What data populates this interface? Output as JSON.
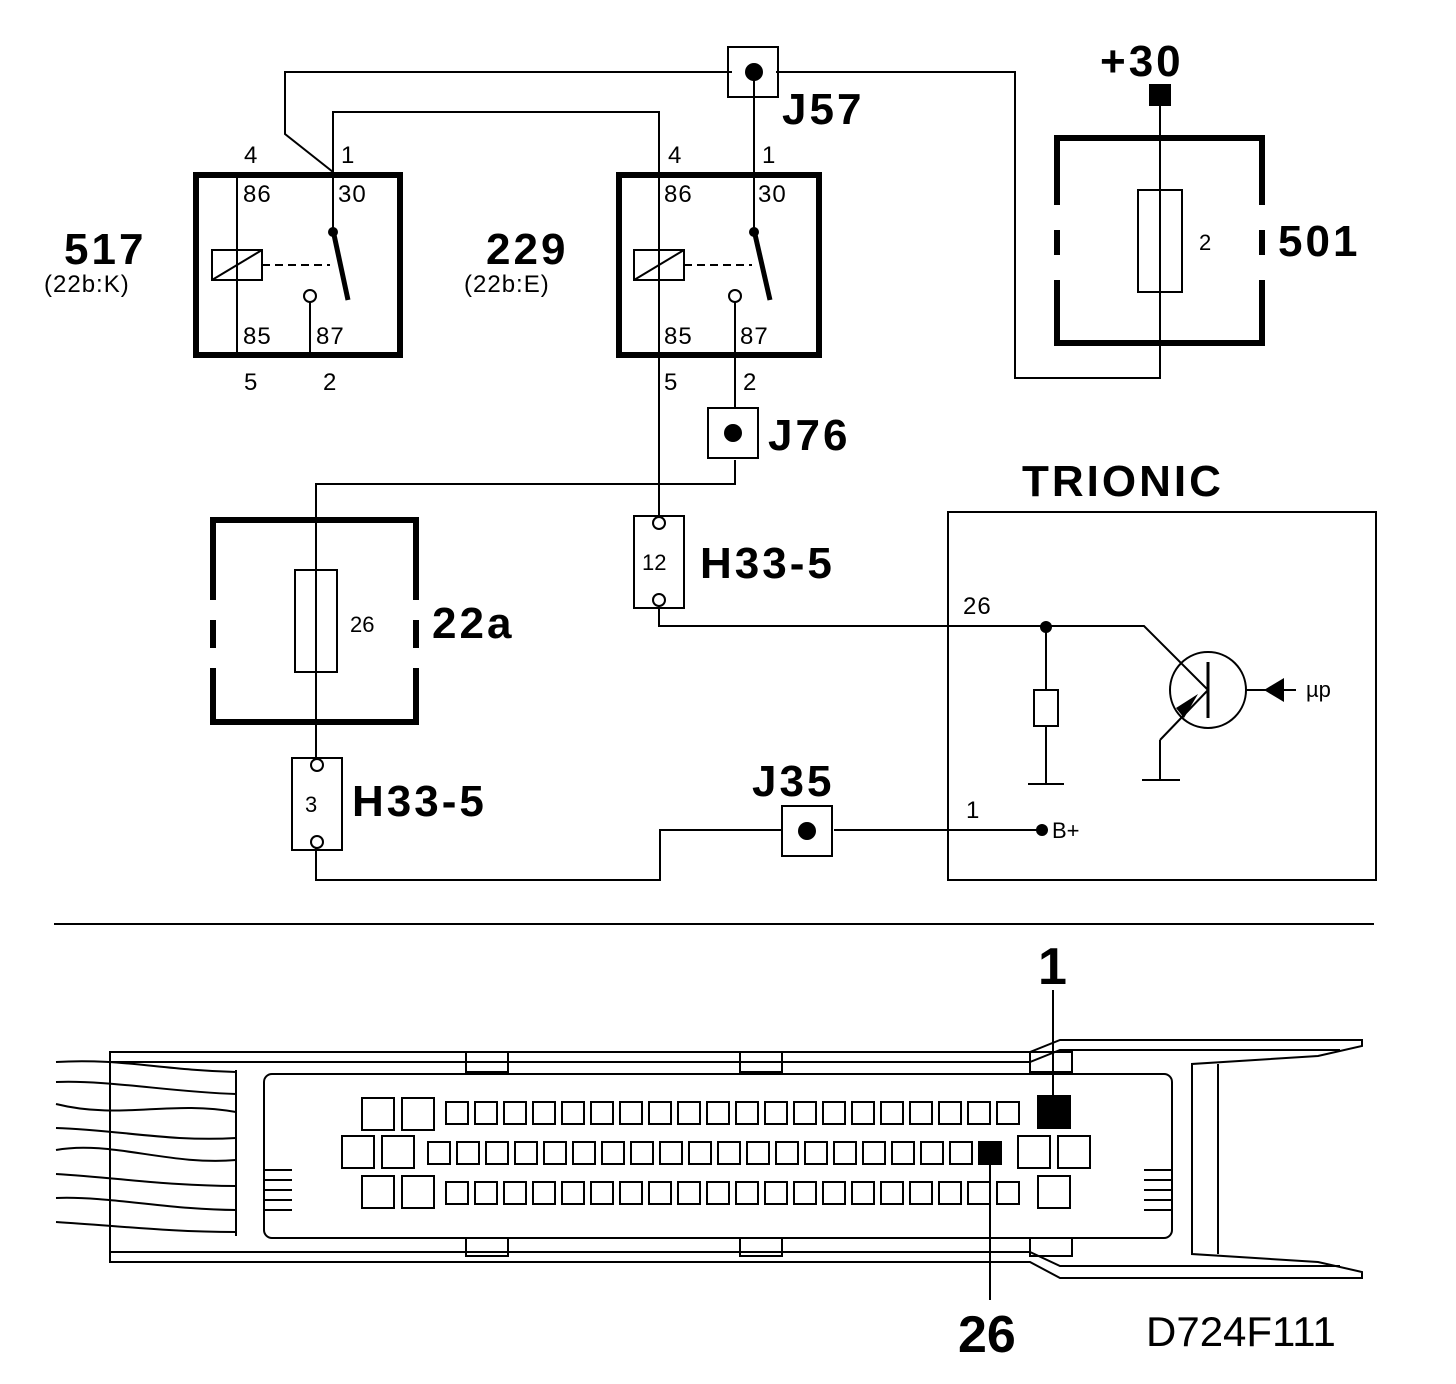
{
  "relays": [
    {
      "id": "517",
      "ref": "(22b:K)",
      "pin_tl": "4",
      "pin_tr": "1",
      "term_86": "86",
      "term_30": "30",
      "term_85": "85",
      "term_87": "87",
      "pin_bl": "5",
      "pin_br": "2"
    },
    {
      "id": "229",
      "ref": "(22b:E)",
      "pin_tl": "4",
      "pin_tr": "1",
      "term_86": "86",
      "term_30": "30",
      "term_85": "85",
      "term_87": "87",
      "pin_bl": "5",
      "pin_br": "2"
    }
  ],
  "fuses": [
    {
      "id": "501",
      "number": "2"
    },
    {
      "id": "22a",
      "number": "26"
    }
  ],
  "supply": "+30",
  "junctions": [
    "J57",
    "J76",
    "J35"
  ],
  "connectors": [
    {
      "id": "H33-5",
      "pin": "12"
    },
    {
      "id": "H33-5",
      "pin": "3"
    }
  ],
  "ecu": {
    "title": "TRIONIC",
    "pin_26": "26",
    "pin_1": "1",
    "b_plus": "B+",
    "mu_p": "µp"
  },
  "connector_view": {
    "pin_top": "1",
    "pin_bottom": "26",
    "figure_code": "D724F111"
  }
}
